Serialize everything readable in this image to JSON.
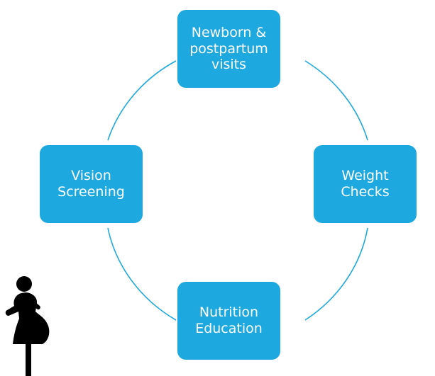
{
  "diagram": {
    "colors": {
      "node_fill": "#1da8e0",
      "connector": "#1da8e0",
      "node_text": "#ffffff",
      "figure": "#000000"
    },
    "nodes": {
      "top": "Newborn & postpartum visits",
      "right": "Weight Checks",
      "bottom": "Nutrition Education",
      "left": "Vision Screening"
    },
    "figure_icon": "pregnant-woman-icon"
  }
}
